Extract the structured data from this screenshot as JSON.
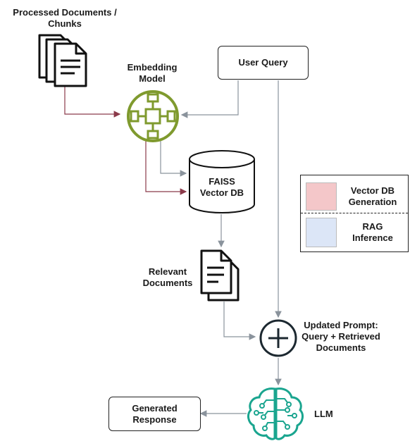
{
  "nodes": {
    "processed_docs": "Processed Documents /\nChunks",
    "embedding_model": "Embedding\nModel",
    "user_query": "User Query",
    "faiss": "FAISS\nVector DB",
    "relevant_docs": "Relevant\nDocuments",
    "updated_prompt": "Updated Prompt:\nQuery + Retrieved\nDocuments",
    "llm": "LLM",
    "generated_response": "Generated\nResponse"
  },
  "legend": {
    "items": [
      {
        "label": "Vector DB\nGeneration",
        "color": "#f4c7c9"
      },
      {
        "label": "RAG\nInference",
        "color": "#dce6f7"
      }
    ]
  },
  "colors": {
    "generation_arrow": "#8b3a4a",
    "inference_arrow": "#8a939c",
    "embedding_ring": "#7f9a2e",
    "llm_teal": "#1aa58f"
  },
  "icons": [
    "document-stack-icon",
    "embedding-model-icon",
    "database-cylinder-icon",
    "document-pair-icon",
    "plus-circle-icon",
    "brain-circuit-icon"
  ]
}
